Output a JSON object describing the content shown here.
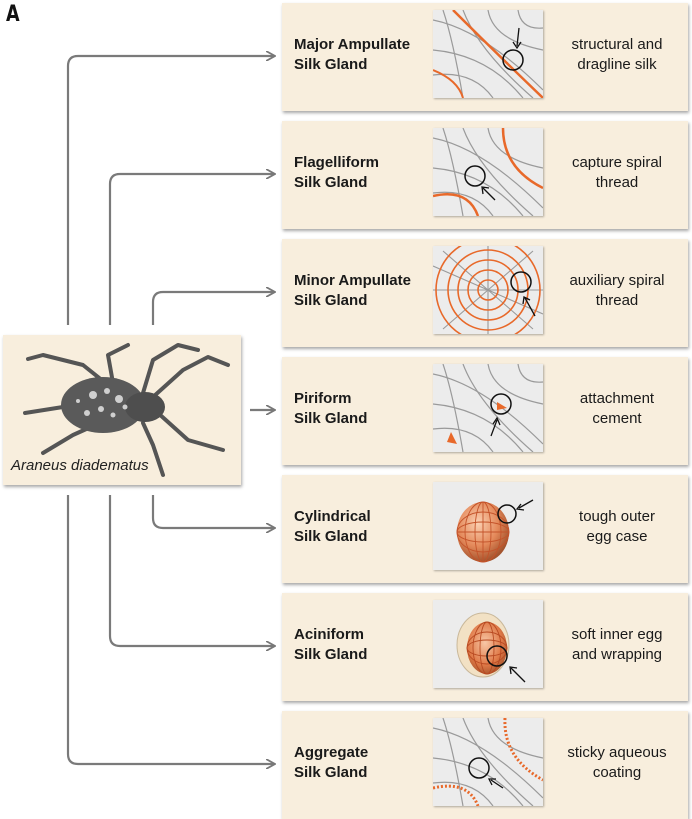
{
  "panel_label": "A",
  "species_label": "Araneus diadematus",
  "colors": {
    "box_fill": "#f8eedd",
    "connector": "#777777",
    "silk_orange": "#e8692a",
    "spider_gray": "#555555"
  },
  "glands": [
    {
      "name_line1": "Major Ampullate",
      "name_line2": "Silk Gland",
      "use_line1": "structural and",
      "use_line2": "dragline silk",
      "thumbnail": "web-corner-radial-highlight"
    },
    {
      "name_line1": "Flagelliform",
      "name_line2": "Silk Gland",
      "use_line1": "capture spiral",
      "use_line2": "thread",
      "thumbnail": "web-corner-spiral-highlight"
    },
    {
      "name_line1": "Minor Ampullate",
      "name_line2": "Silk Gland",
      "use_line1": "auxiliary spiral",
      "use_line2": "thread",
      "thumbnail": "orb-web-full"
    },
    {
      "name_line1": "Piriform",
      "name_line2": "Silk Gland",
      "use_line1": "attachment",
      "use_line2": "cement",
      "thumbnail": "web-corner-attachment"
    },
    {
      "name_line1": "Cylindrical",
      "name_line2": "Silk Gland",
      "use_line1": "tough outer",
      "use_line2": "egg case",
      "thumbnail": "egg-case-outer"
    },
    {
      "name_line1": "Aciniform",
      "name_line2": "Silk Gland",
      "use_line1": "soft inner egg",
      "use_line2": "and wrapping",
      "thumbnail": "egg-case-inner"
    },
    {
      "name_line1": "Aggregate",
      "name_line2": "Silk Gland",
      "use_line1": "sticky aqueous",
      "use_line2": "coating",
      "thumbnail": "web-corner-droplets"
    }
  ]
}
